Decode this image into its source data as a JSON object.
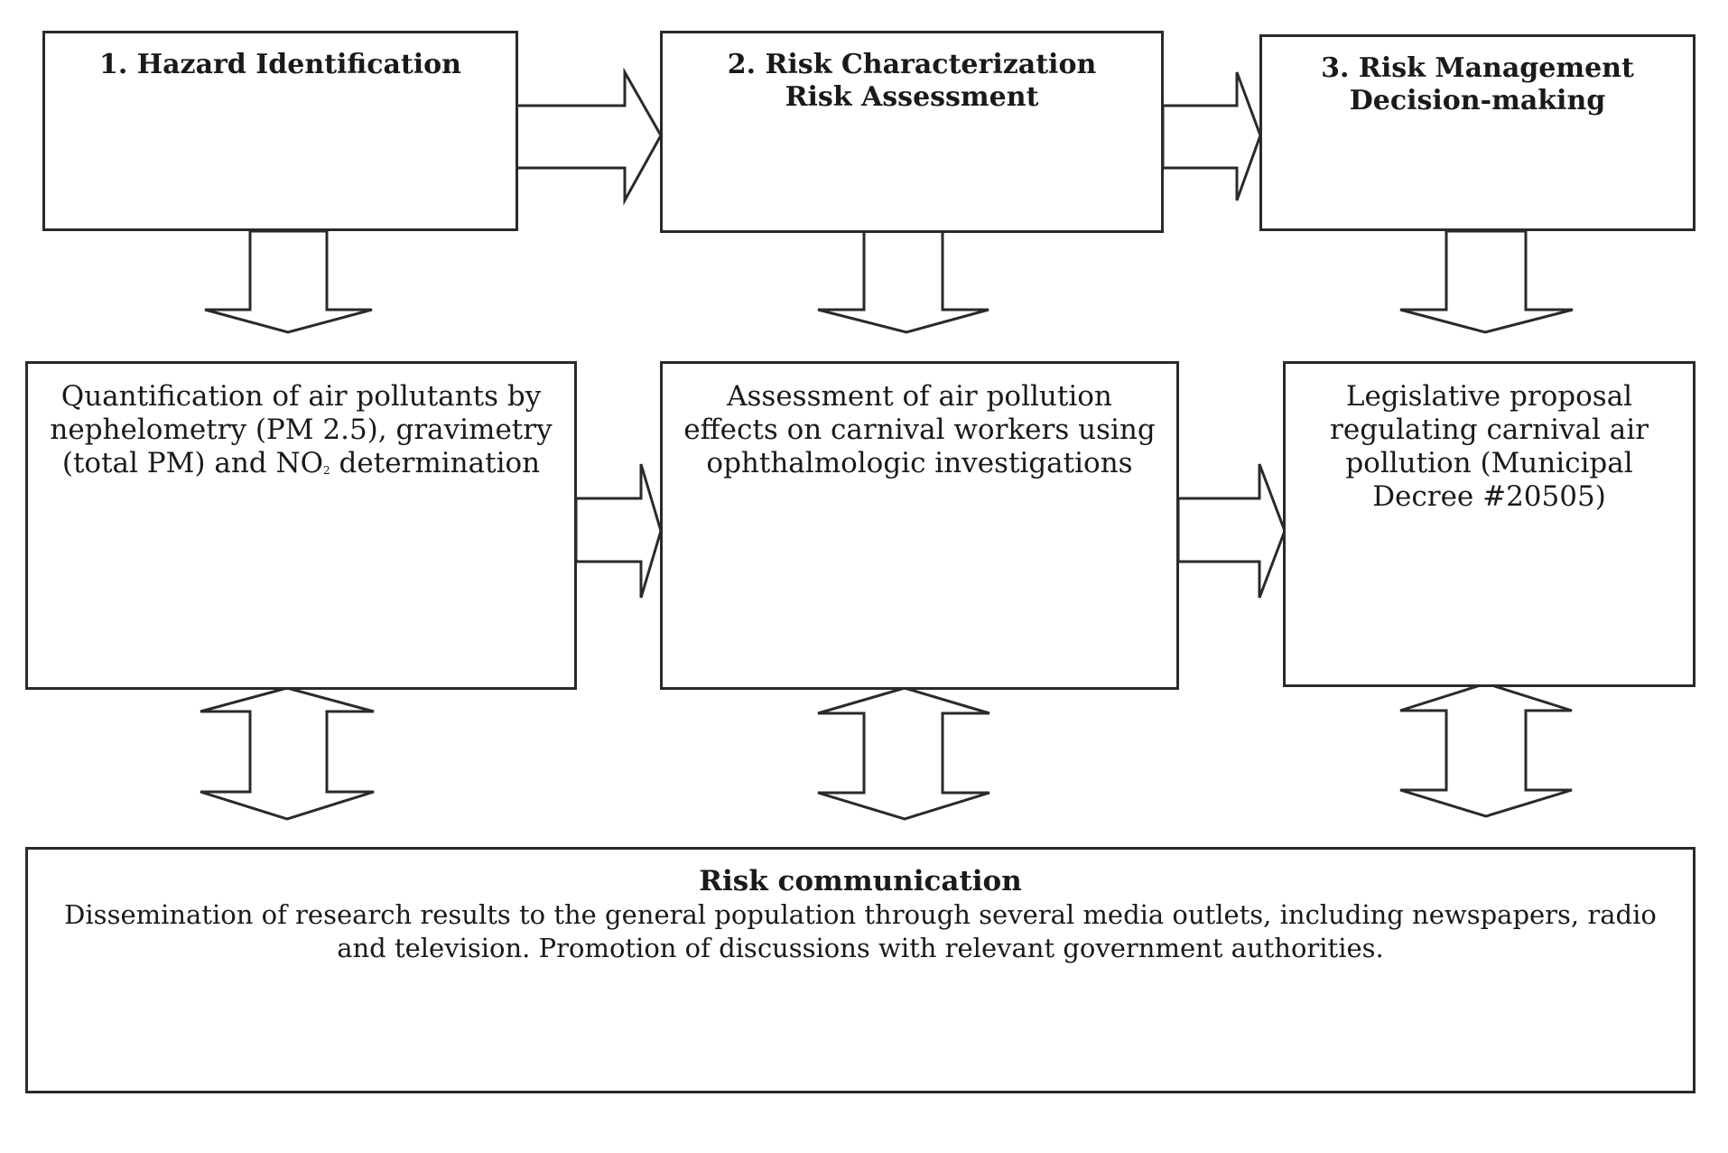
{
  "top_boxes": [
    {
      "line1": "1. Hazard Identification",
      "line2": ""
    },
    {
      "line1": "2. Risk Characterization",
      "line2": "Risk Assessment"
    },
    {
      "line1": "3. Risk Management",
      "line2": "Decision-making"
    }
  ],
  "middle_boxes": [
    {
      "line1": "Quantification of air pollutants by",
      "line2": "nephelometry (PM 2.5), gravimetry",
      "line3_before": "(total PM) and NO",
      "line3_sub": "2",
      "line3_after": " determination"
    },
    {
      "line1": "Assessment of air pollution",
      "line2": "effects on carnival workers using",
      "line3": "ophthalmologic investigations"
    },
    {
      "line1": "Legislative proposal",
      "line2": "regulating carnival air",
      "line3": "pollution (Municipal",
      "line4": "Decree #20505)"
    }
  ],
  "bottom_box": {
    "title": "Risk communication",
    "line1": "Dissemination of research results to the general population through several media outlets, including newspapers, radio",
    "line2": "and television. Promotion of discussions with relevant government authorities."
  },
  "colors": {
    "stroke": "#2a2a2a",
    "fill": "#ffffff"
  }
}
